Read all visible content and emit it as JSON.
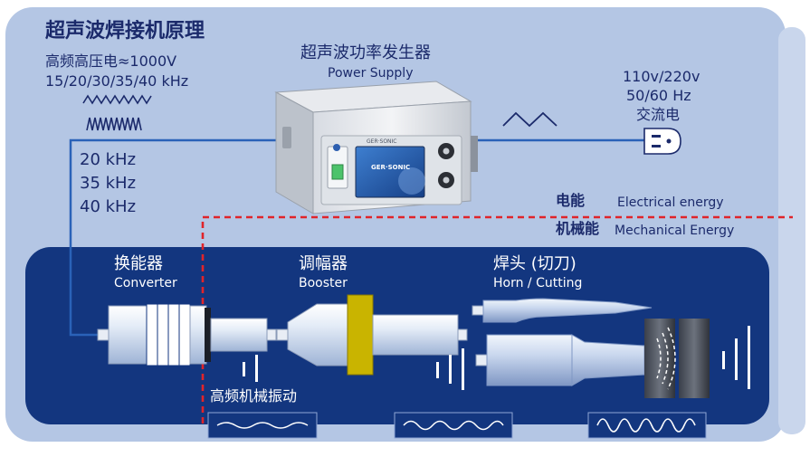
{
  "title": "超声波焊接机原理",
  "power_supply": {
    "title_cn": "超声波功率发生器",
    "title_en": "Power Supply",
    "brand": "GER·SONIC"
  },
  "input": {
    "line1": "高频高压电≈1000V",
    "line2": "15/20/30/35/40 kHz"
  },
  "frequencies": [
    "20 kHz",
    "35 kHz",
    "40 kHz"
  ],
  "mains": {
    "line1": "110v/220v",
    "line2": "50/60 Hz",
    "line3": "交流电"
  },
  "energy": {
    "electrical_cn": "电能",
    "electrical_en": "Electrical energy",
    "mechanical_cn": "机械能",
    "mechanical_en": "Mechanical Energy"
  },
  "components": {
    "converter_cn": "换能器",
    "converter_en": "Converter",
    "booster_cn": "调幅器",
    "booster_en": "Booster",
    "horn_cn": "焊头 (切刀)",
    "horn_en": "Horn / Cutting"
  },
  "vibration_label": "高频机械振动",
  "colors": {
    "panel_light": "#b4c6e4",
    "panel_dark": "#13367f",
    "wire": "#2a62b8",
    "dashed": "#e0242a",
    "booster_ring": "#c9b400"
  }
}
